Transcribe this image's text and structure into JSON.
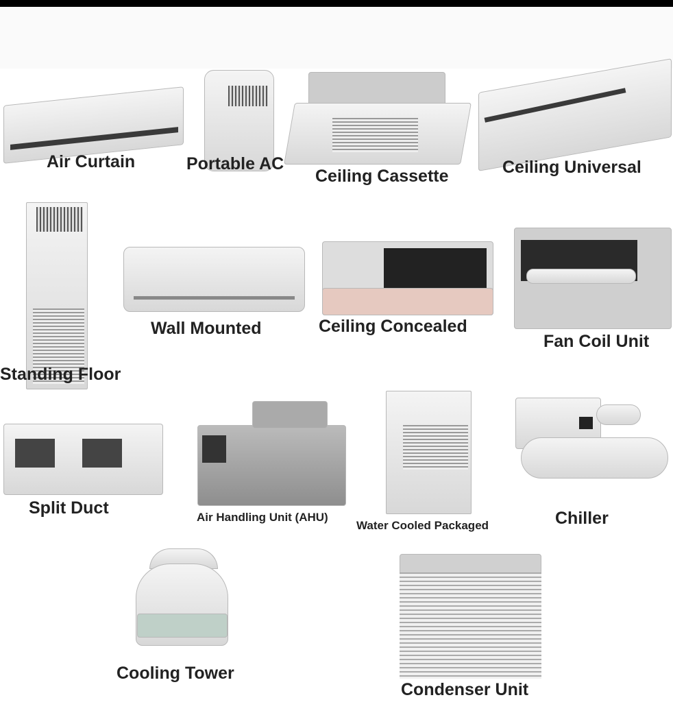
{
  "items": [
    {
      "label": "Air Curtain"
    },
    {
      "label": "Portable AC"
    },
    {
      "label": "Ceiling Cassette"
    },
    {
      "label": "Ceiling Universal"
    },
    {
      "label": "Standing Floor"
    },
    {
      "label": "Wall Mounted"
    },
    {
      "label": "Ceiling Concealed"
    },
    {
      "label": "Fan Coil Unit"
    },
    {
      "label": "Split Duct"
    },
    {
      "label": "Air Handling Unit (AHU)"
    },
    {
      "label": "Water Cooled Packaged"
    },
    {
      "label": "Chiller"
    },
    {
      "label": "Cooling Tower"
    },
    {
      "label": "Condenser Unit"
    }
  ]
}
